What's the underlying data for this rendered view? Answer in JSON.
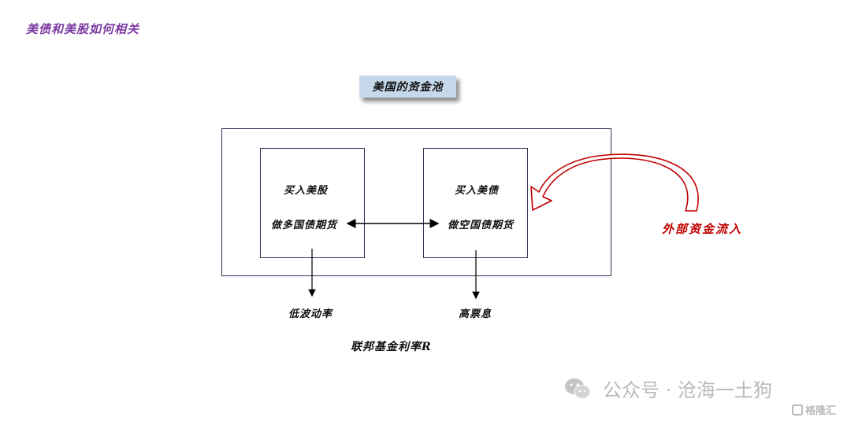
{
  "title": "美债和美股如何相关",
  "pool": {
    "label": "美国的资金池"
  },
  "stock_box": {
    "line1": "买入美股",
    "line2": "做多国债期货"
  },
  "bond_box": {
    "line1": "买入美债",
    "line2": "做空国债期货"
  },
  "outputs": {
    "stock": "低波动率",
    "bond": "高票息"
  },
  "inflow": {
    "label": "外部资金流入",
    "color": "#c00000"
  },
  "footer": {
    "fed_rate": "联邦基金利率R"
  },
  "watermark": {
    "text": "公众号 · 沧海一土狗",
    "logo": "格隆汇"
  },
  "colors": {
    "title": "#7b3aa1",
    "pool_bg": "#c5d9ea",
    "box_border": "#2a3450"
  }
}
